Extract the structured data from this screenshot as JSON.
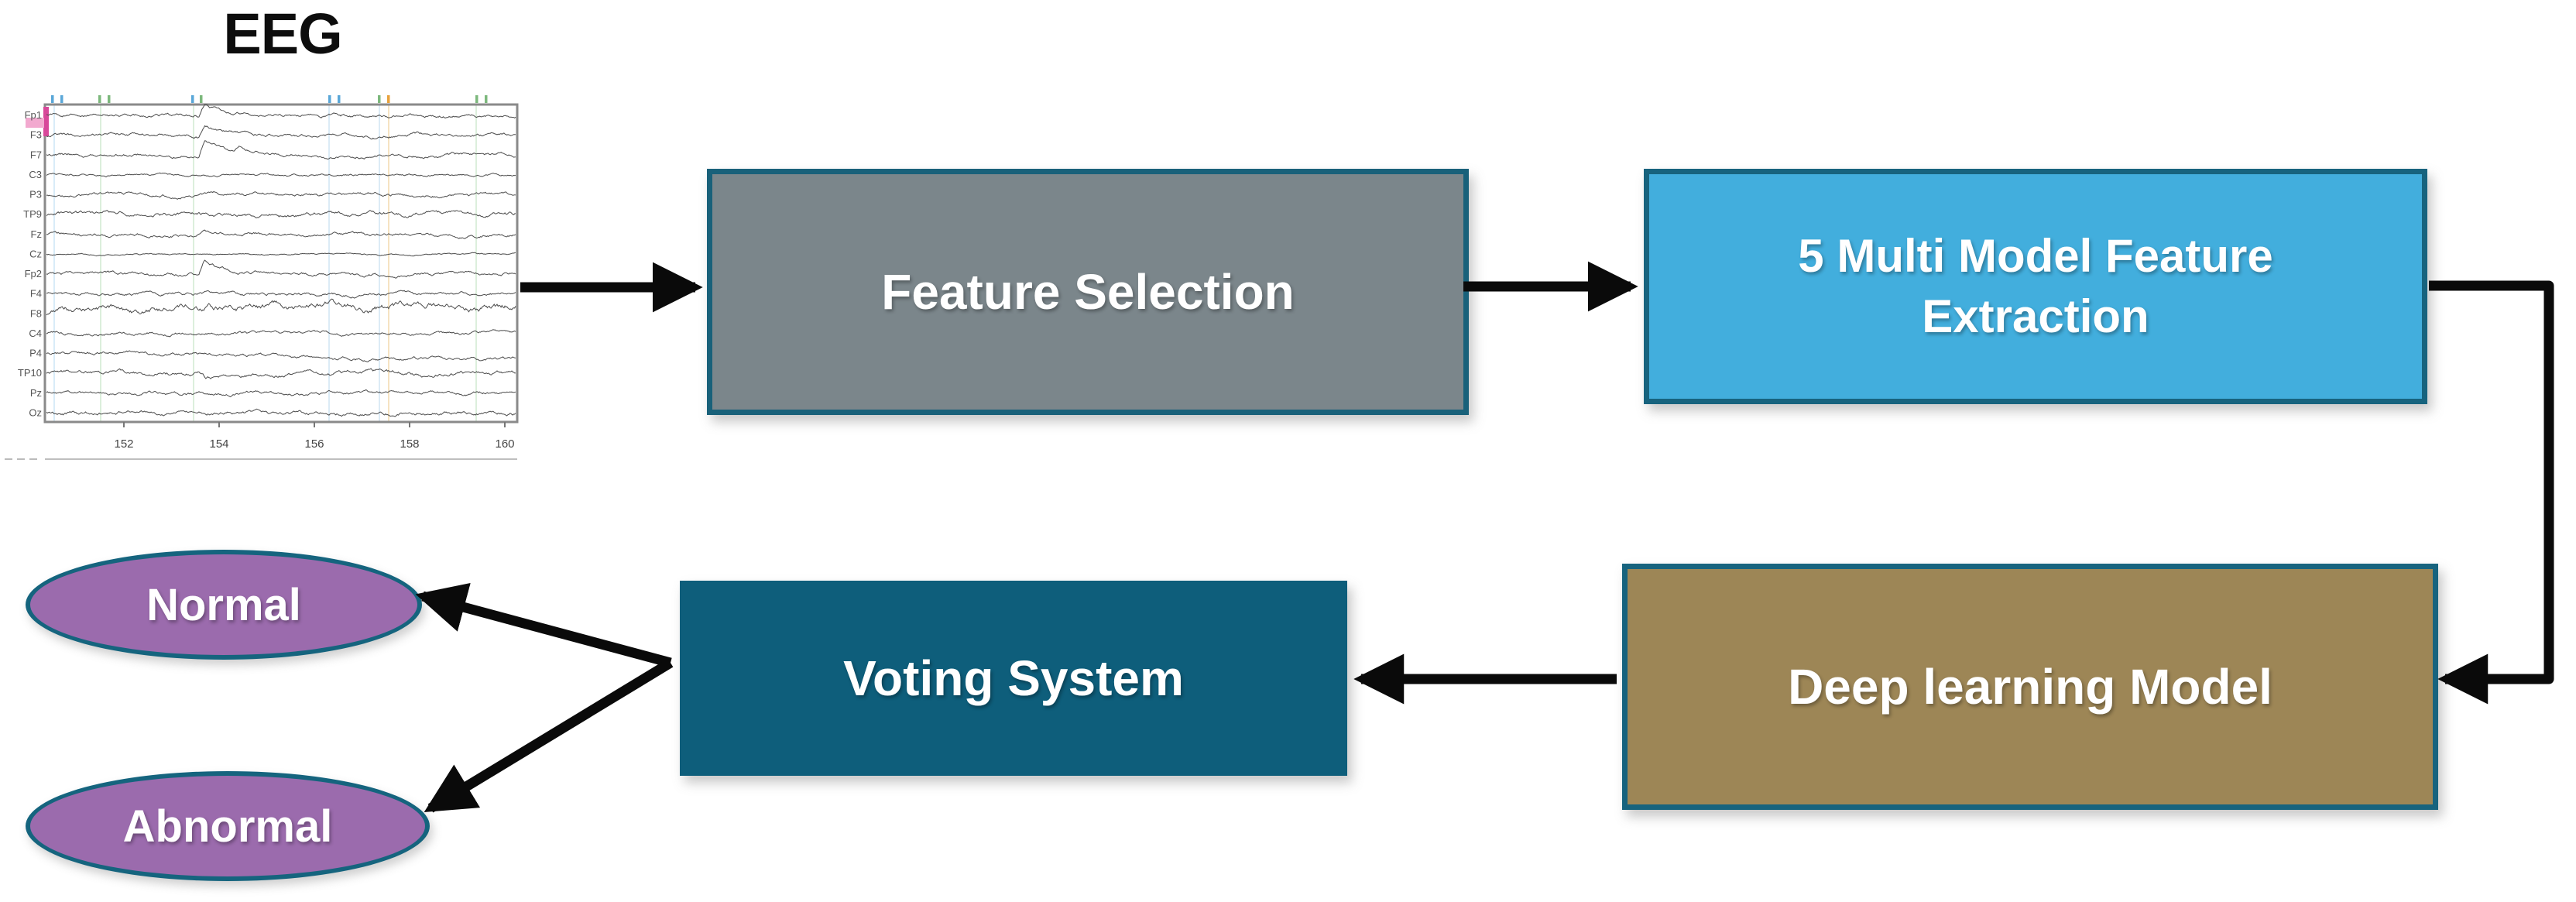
{
  "diagram": {
    "title": "EEG",
    "eeg": {
      "channels": [
        "Fp1",
        "F3",
        "F7",
        "C3",
        "P3",
        "TP9",
        "Fz",
        "Cz",
        "Fp2",
        "F4",
        "F8",
        "C4",
        "P4",
        "TP10",
        "Pz",
        "Oz"
      ],
      "x_ticks": [
        "152",
        "154",
        "156",
        "158",
        "160"
      ],
      "trace_color": "#4b4b4b",
      "frame_color": "#8a8a8a",
      "event_marker_color": "#d8489a"
    },
    "nodes": {
      "feature_selection": {
        "label": "Feature Selection",
        "fill": "#7b868b",
        "border": "#19617a",
        "text_color": "#ffffff"
      },
      "multi_model": {
        "label": "5 Multi Model Feature Extraction",
        "fill": "#42aedd",
        "border": "#17637e",
        "text_color": "#ffffff"
      },
      "deep_learning": {
        "label": "Deep learning Model",
        "fill": "#9d8656",
        "border": "#17637e",
        "text_color": "#ffffff"
      },
      "voting": {
        "label": "Voting System",
        "fill": "#0e5e7b",
        "border": "#0e5e7b",
        "text_color": "#ffffff"
      },
      "outputs": [
        {
          "label": "Normal",
          "fill": "#9b6bad",
          "border": "#15647e",
          "text_color": "#ffffff"
        },
        {
          "label": "Abnormal",
          "fill": "#9b6bad",
          "border": "#15647e",
          "text_color": "#ffffff"
        }
      ]
    },
    "arrow_color": "#0a0a0a"
  }
}
